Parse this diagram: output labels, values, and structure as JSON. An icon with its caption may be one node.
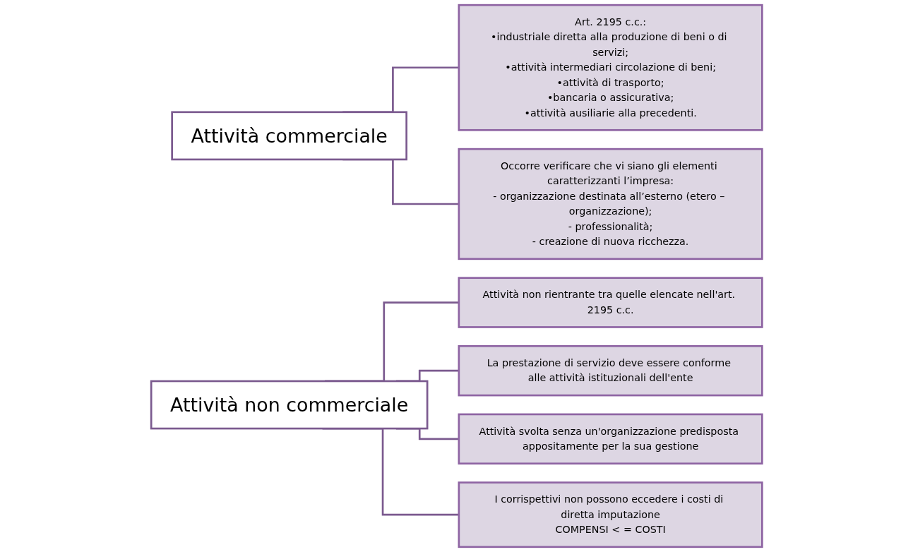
{
  "diagram": {
    "nodes": [
      {
        "text": [
          "Attività commerciale"
        ]
      },
      {
        "text": [
          "Art. 2195 c.c.:",
          "•industriale diretta alla produzione di beni o di servizi;",
          "•attività intermediari circolazione di beni;",
          "•attività di trasporto;",
          "•bancaria o assicurativa;",
          "•attività ausiliarie alla precedenti."
        ]
      },
      {
        "text": [
          "Occorre verificare che vi siano gli elementi caratterizzanti l’impresa:",
          "- organizzazione destinata all’esterno (etero – organizzazione);",
          "- professionalità;",
          "- creazione di nuova ricchezza."
        ]
      },
      {
        "text": [
          "Attività non commerciale"
        ]
      },
      {
        "text": [
          "Attività non rientrante tra quelle elencate nell'art. 2195 c.c."
        ]
      },
      {
        "text": [
          "La prestazione di servizio deve essere conforme alle attività istituzionali dell'ente"
        ]
      },
      {
        "text": [
          "Attività svolta senza un'organizzazione predisposta appositamente per la sua gestione"
        ]
      },
      {
        "text": [
          "I corrispettivi non possono eccedere i costi di diretta imputazione",
          "COMPENSI < = COSTI"
        ]
      }
    ],
    "edges": [
      {
        "from": 0,
        "to": 1,
        "arrow": "none"
      },
      {
        "from": 0,
        "to": 2,
        "arrow": "none"
      },
      {
        "from": 3,
        "to": 4,
        "arrow": "none"
      },
      {
        "from": 3,
        "to": 5,
        "arrow": "none"
      },
      {
        "from": 3,
        "to": 6,
        "arrow": "none"
      },
      {
        "from": 3,
        "to": 7,
        "arrow": "none"
      }
    ]
  }
}
